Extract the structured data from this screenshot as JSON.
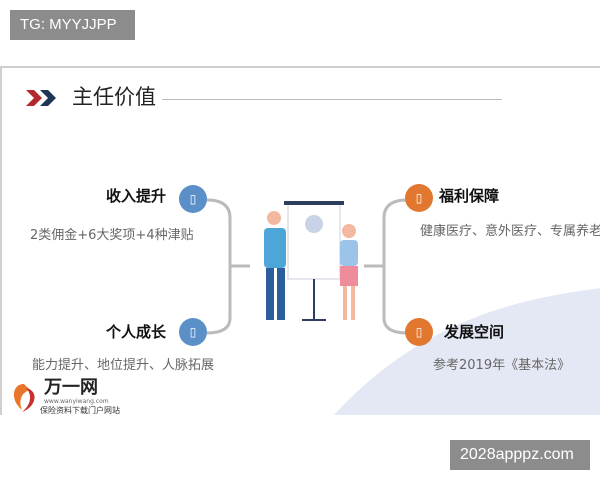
{
  "watermark_top": "TG: MYYJJPP",
  "watermark_bottom": "2028apppz.com",
  "slide": {
    "title": "主任价值",
    "items": [
      {
        "heading": "收入提升",
        "description": "2类佣金+6大奖项+4种津贴",
        "icon": "phone-icon",
        "color": "#5b8fc7"
      },
      {
        "heading": "个人成长",
        "description": "能力提升、地位提升、人脉拓展",
        "icon": "phone-icon",
        "color": "#5b8fc7"
      },
      {
        "heading": "福利保障",
        "description": "健康医疗、意外医疗、专属养老",
        "icon": "phone-icon",
        "color": "#e2772f"
      },
      {
        "heading": "发展空间",
        "description": "参考2019年《基本法》",
        "icon": "phone-icon",
        "color": "#e2772f"
      }
    ],
    "logo": {
      "name": "万一网",
      "url": "www.wanyiwang.com",
      "tagline": "保险资料下载门户网站"
    }
  }
}
